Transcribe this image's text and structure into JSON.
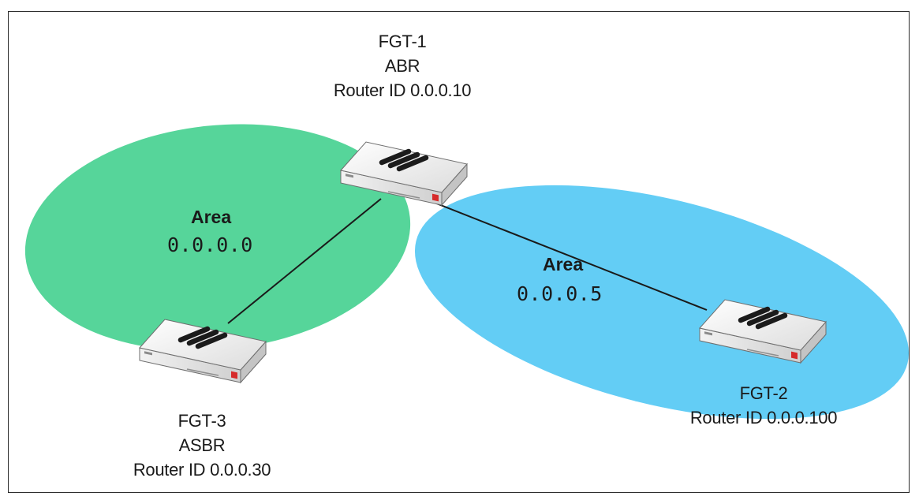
{
  "diagram": {
    "areas": [
      {
        "title": "Area",
        "id": "0.0.0.0",
        "color": "#56d59a"
      },
      {
        "title": "Area",
        "id": "0.0.0.5",
        "color": "#63cdf5"
      }
    ],
    "devices": {
      "fgt1": {
        "name": "FGT-1",
        "role": "ABR",
        "router_id": "Router ID 0.0.0.10"
      },
      "fgt2": {
        "name": "FGT-2",
        "router_id": "Router ID 0.0.0.100"
      },
      "fgt3": {
        "name": "FGT-3",
        "role": "ASBR",
        "router_id": "Router ID 0.0.0.30"
      }
    },
    "links": [
      {
        "from": "FGT-1",
        "to": "FGT-3"
      },
      {
        "from": "FGT-1",
        "to": "FGT-2"
      }
    ]
  }
}
